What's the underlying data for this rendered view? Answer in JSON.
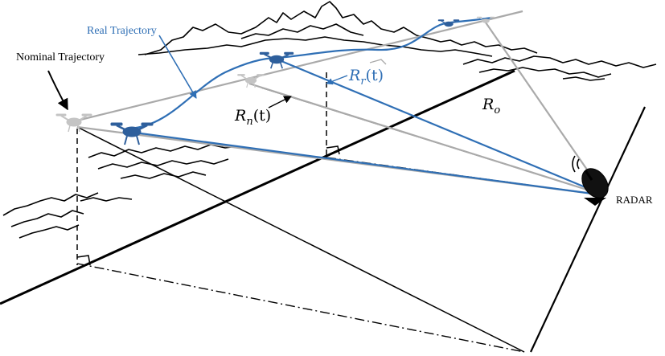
{
  "labels": {
    "real_trajectory": "Real Trajectory",
    "nominal_trajectory": "Nominal Trajectory",
    "radar": "RADAR",
    "rr_symbol": "R",
    "rr_sub": "r",
    "rr_arg": "(t)",
    "rn_symbol": "R",
    "rn_sub": "n",
    "rn_arg": "(t)",
    "ro_symbol": "R",
    "ro_sub": "o"
  },
  "colors": {
    "real_trajectory": "#2f6fb5",
    "nominal_trajectory": "#aaaaaa",
    "drone_real": "#2e5f9c",
    "drone_nominal": "#c4c4c4",
    "structure": "#000000",
    "terrain": "#000000"
  },
  "icons": {
    "drone": "quadcopter-icon",
    "radar": "radar-dish-icon"
  }
}
